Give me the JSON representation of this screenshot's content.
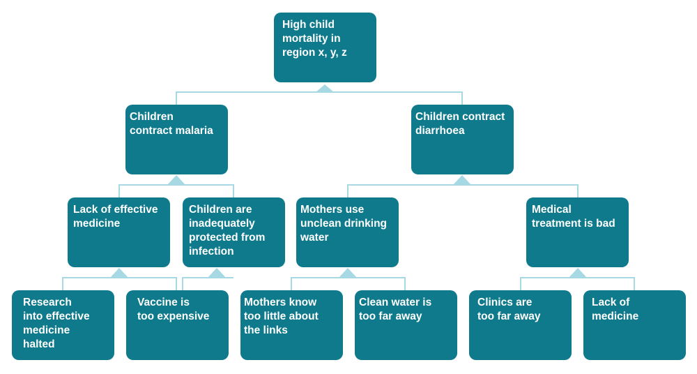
{
  "colors": {
    "node_fill": "#0e7a8c",
    "node_text": "#ffffff",
    "connector": "#a6d9e4"
  },
  "nodes": {
    "root": "High child\nmortality in\nregion x, y, z",
    "malaria": "Children\ncontract malaria",
    "diarrhoea": "Children contract\ndiarrhoea",
    "lack_effective_medicine": "Lack of effective\nmedicine",
    "inadequately_protected": "Children are\ninadequately\nprotected from\ninfection",
    "unclean_water": "Mothers use\nunclean drinking\nwater",
    "medical_treatment_bad": "Medical\ntreatment is bad",
    "research_halted": "Research\ninto effective\nmedicine\nhalted",
    "vaccine_expensive": "Vaccine is\ntoo expensive",
    "mothers_know_little": "Mothers know\ntoo little about\nthe links",
    "clean_water_far": "Clean water is\ntoo far away",
    "clinics_far": "Clinics are\ntoo far away",
    "lack_of_medicine": "Lack of\nmedicine"
  }
}
